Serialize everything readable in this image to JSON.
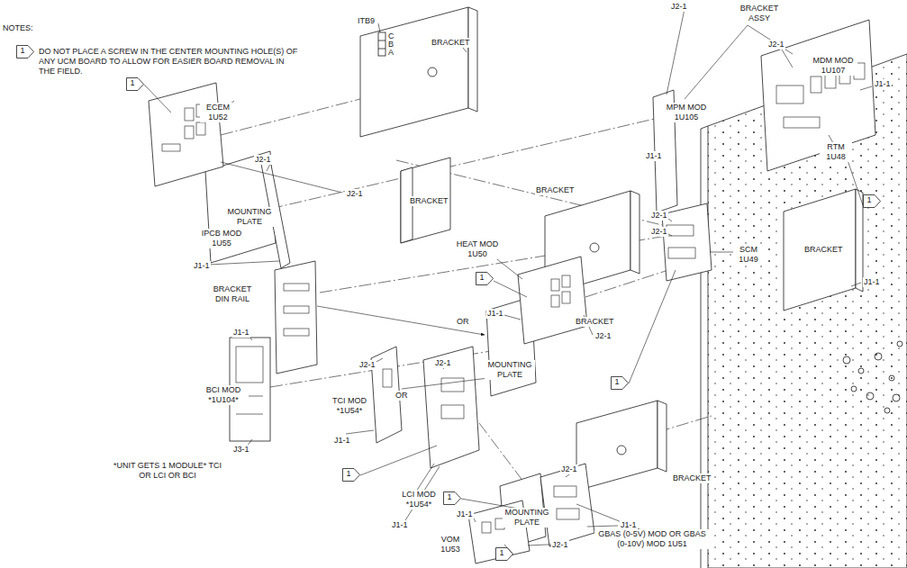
{
  "diagram": {
    "nodes": [
      {
        "text": [
          "1"
        ]
      },
      {
        "text": [
          "1"
        ]
      },
      {
        "text": [
          "1"
        ]
      },
      {
        "text": [
          "1"
        ]
      },
      {
        "text": [
          "1"
        ]
      },
      {
        "text": [
          "1"
        ]
      },
      {
        "text": [
          "1"
        ]
      },
      {
        "text": [
          "1"
        ]
      }
    ],
    "labels": [
      "NOTES:",
      "DO NOT PLACE A SCREW IN THE CENTER MOUNTING HOLE(S) OF ANY UCM BOARD TO ALLOW FOR EASIER BOARD REMOVAL IN THE FIELD.",
      "ITB9",
      "C",
      "B",
      "A",
      "BRACKET",
      "J2-1",
      "BRACKET ASSY",
      "J2-1",
      "MDM MOD 1U107",
      "J1-1",
      "ECEM 1U52",
      "MPM MOD 1U105",
      "RTM 1U48",
      "J1-1",
      "J2-1",
      "J2-1",
      "MOUNTING PLATE",
      "BRACKET",
      "BRACKET",
      "J2-1",
      "J2-1",
      "IPCB MOD 1U55",
      "HEAT MOD 1U50",
      "SCM 1U49",
      "BRACKET",
      "J1-1",
      "J1-1",
      "BRACKET DIN RAIL",
      "J1-1",
      "OR",
      "J1-1",
      "BRACKET",
      "J2-1",
      "J2-1",
      "J2-1",
      "MOUNTING PLATE",
      "OR",
      "BCI MOD *1U104*",
      "TCI MOD *1U54*",
      "J1-1",
      "J3-1",
      "*UNIT GETS 1 MODULE* TCI OR LCI OR BCI",
      "LCI MOD *1U54*",
      "J2-1",
      "BRACKET",
      "J1-1",
      "MOUNTING PLATE",
      "J1-1",
      "J1-1",
      "J2-1",
      "GBAS (0-5V) MOD OR GBAS (0-10V) MOD 1U51",
      "VOM 1U53"
    ]
  }
}
